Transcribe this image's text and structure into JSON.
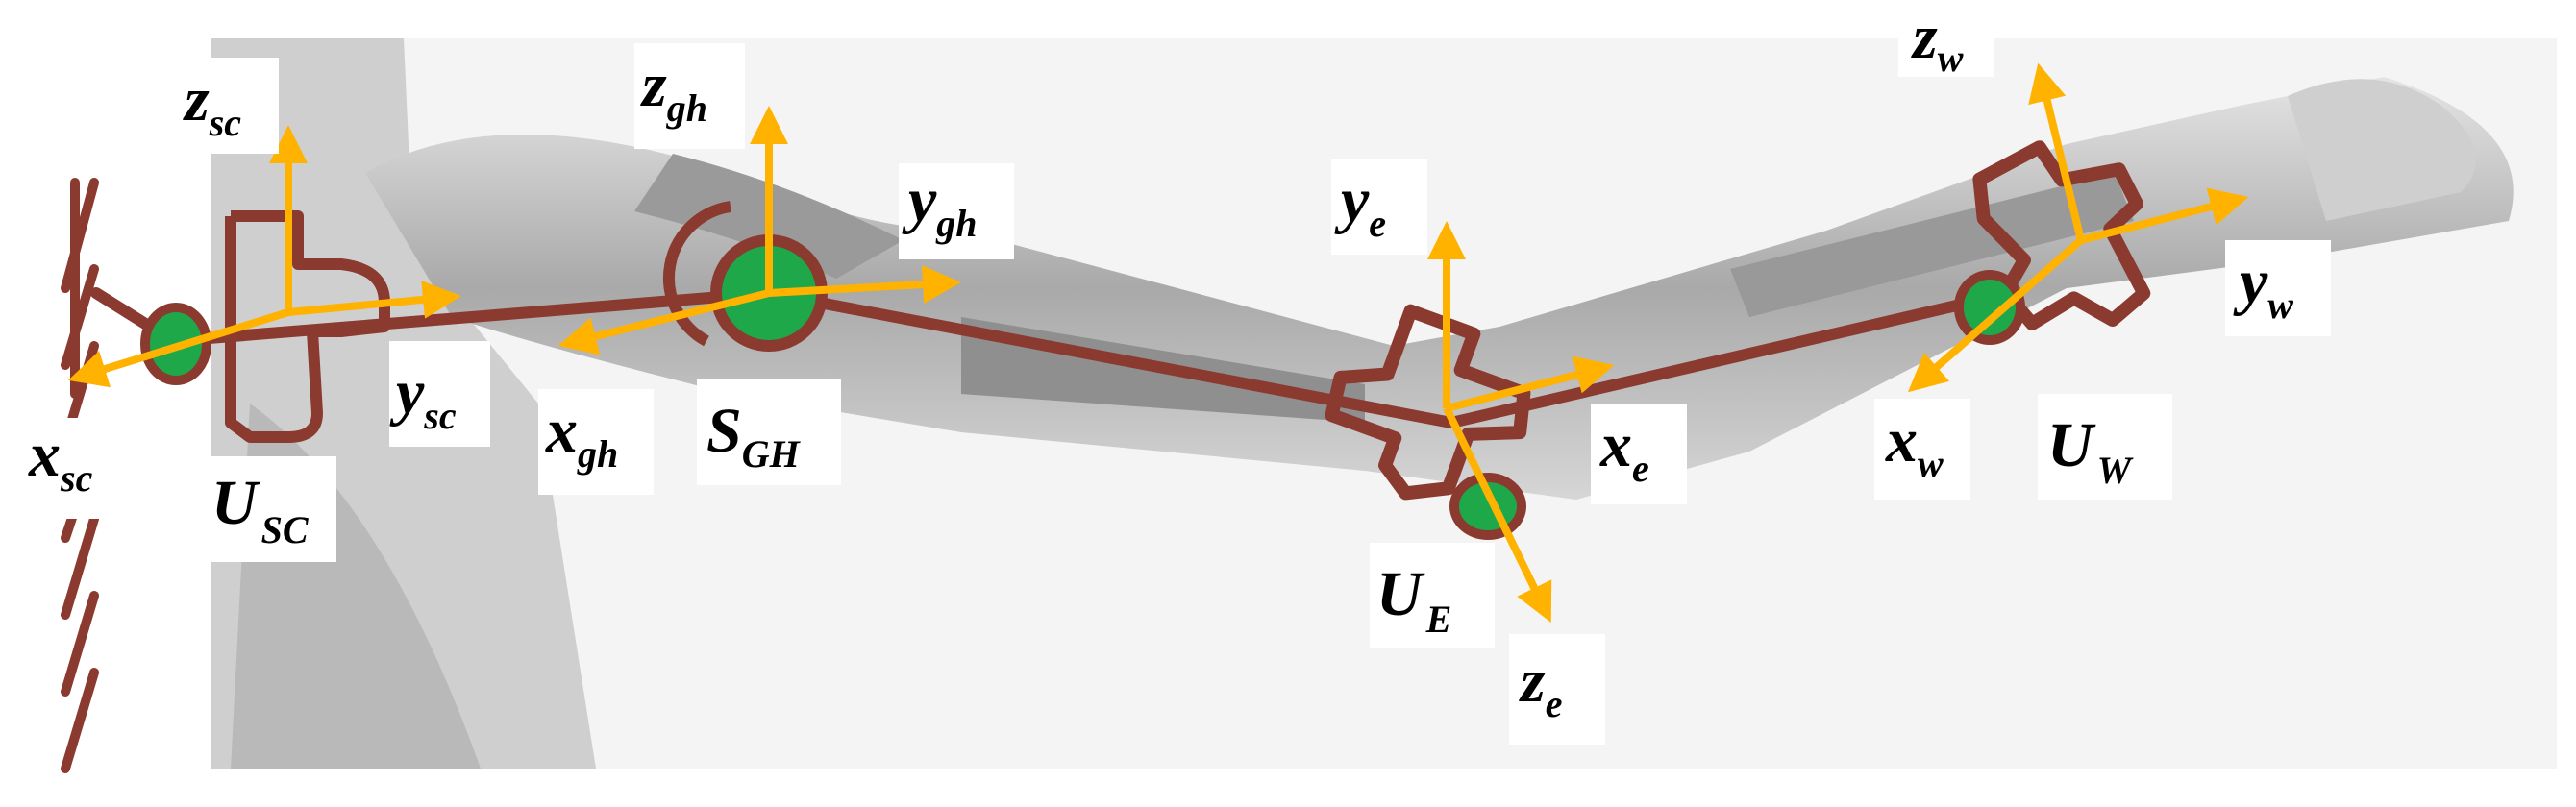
{
  "labels": {
    "xsc": {
      "main": "x",
      "sub": "sc"
    },
    "zsc": {
      "main": "z",
      "sub": "sc"
    },
    "ysc": {
      "main": "y",
      "sub": "sc"
    },
    "Usc": {
      "main": "U",
      "sub": "SC"
    },
    "zgh": {
      "main": "z",
      "sub": "gh"
    },
    "ygh": {
      "main": "y",
      "sub": "gh"
    },
    "xgh": {
      "main": "x",
      "sub": "gh"
    },
    "Sgh": {
      "main": "S",
      "sub": "GH"
    },
    "ye": {
      "main": "y",
      "sub": "e"
    },
    "xe": {
      "main": "x",
      "sub": "e"
    },
    "Ue": {
      "main": "U",
      "sub": "E"
    },
    "ze": {
      "main": "z",
      "sub": "e"
    },
    "zw": {
      "main": "z",
      "sub": "w"
    },
    "yw": {
      "main": "y",
      "sub": "w"
    },
    "xw": {
      "main": "x",
      "sub": "w"
    },
    "Uw": {
      "main": "U",
      "sub": "W"
    }
  },
  "colors": {
    "link": "#8B3A2F",
    "axis": "#FFB300",
    "joint": "#1FA84A",
    "background_figure": "#c8c8c8"
  }
}
